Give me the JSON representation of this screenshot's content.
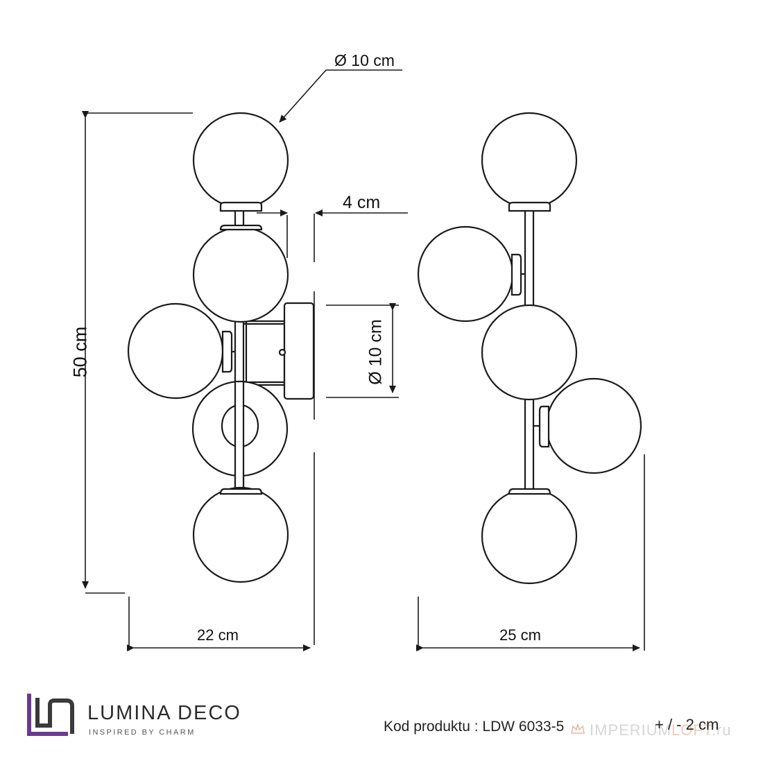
{
  "dimensions": {
    "top_diameter": "Ø 10 cm",
    "depth": "4 cm",
    "height": "50 cm",
    "plate_diameter": "Ø 10 cm",
    "width_front": "22 cm",
    "width_back": "25 cm"
  },
  "brand": {
    "name": "LUMINA DECO",
    "tagline": "INSPIRED BY CHARM"
  },
  "product": {
    "code": "Kod produktu : LDW 6033-5",
    "tolerance": "+ / - 2 cm"
  },
  "watermark": {
    "prefix": "IMPERIUM",
    "highlight": "LOFT",
    "suffix": ".ru"
  },
  "colors": {
    "line": "#1a1a1a",
    "logo_purple": "#6b3a8e",
    "logo_dark": "#3a3a3a"
  }
}
